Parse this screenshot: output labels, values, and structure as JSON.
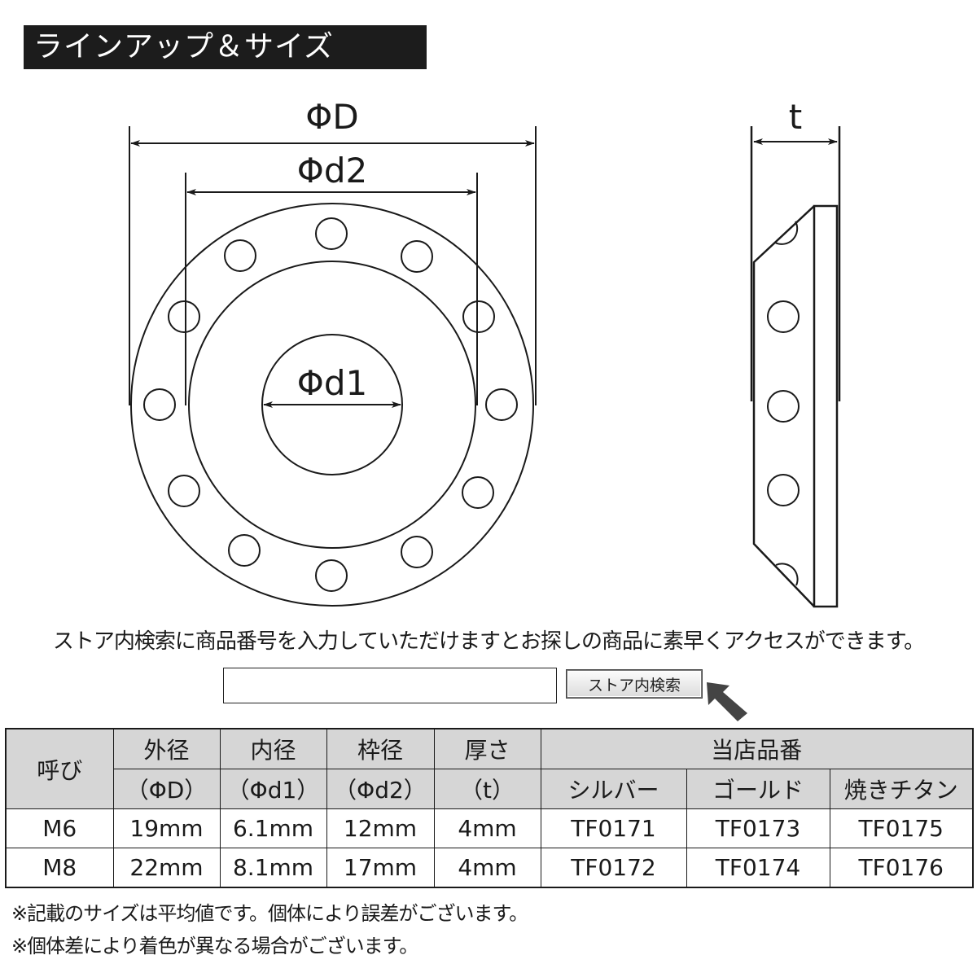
{
  "header": {
    "title": "ラインアップ＆サイズ"
  },
  "diagram": {
    "front_view": {
      "outer_diameter_label": "ΦD",
      "frame_diameter_label": "Φd2",
      "inner_diameter_label": "Φd1",
      "hole_count": 12
    },
    "side_view": {
      "thickness_label": "t"
    },
    "line_color": "#1a1a1a"
  },
  "search": {
    "hint_text": "ストア内検索に商品番号を入力していただけますとお探しの商品に素早くアクセスができます。",
    "input_value": "",
    "button_label": "ストア内検索",
    "arrow_color": "#444444"
  },
  "table": {
    "header_bg": "#d6d6d6",
    "headers": {
      "nominal": "呼び",
      "outer": "外径",
      "outer_sub": "（ΦD）",
      "inner": "内径",
      "inner_sub": "（Φd1）",
      "frame": "枠径",
      "frame_sub": "（Φd2）",
      "thickness": "厚さ",
      "thickness_sub": "（t）",
      "part_no": "当店品番",
      "silver": "シルバー",
      "gold": "ゴールド",
      "burnt_titanium": "焼きチタン"
    },
    "rows": [
      {
        "nominal": "M6",
        "outer": "19mm",
        "inner": "6.1mm",
        "frame": "12mm",
        "thickness": "4mm",
        "silver": "TF0171",
        "gold": "TF0173",
        "burnt_titanium": "TF0175"
      },
      {
        "nominal": "M8",
        "outer": "22mm",
        "inner": "8.1mm",
        "frame": "17mm",
        "thickness": "4mm",
        "silver": "TF0172",
        "gold": "TF0174",
        "burnt_titanium": "TF0176"
      }
    ]
  },
  "notes": [
    "※記載のサイズは平均値です。個体により誤差がございます。",
    "※個体差により着色が異なる場合がございます。"
  ]
}
